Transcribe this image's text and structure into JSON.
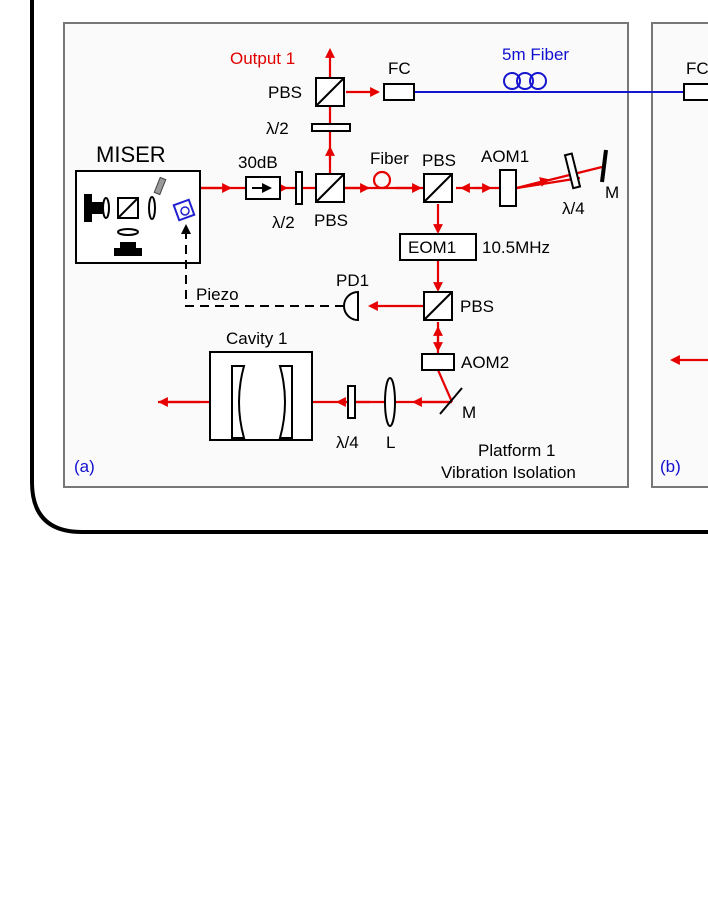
{
  "panel_a": {
    "tag": "(a)",
    "platform_line1": "Platform 1",
    "platform_line2": "Vibration Isolation"
  },
  "panel_b": {
    "tag": "(b)",
    "fc_partial": "FC"
  },
  "labels": {
    "output1": "Output 1",
    "fiber_5m": "5m Fiber",
    "pbs": "PBS",
    "fc": "FC",
    "half_wave": "λ/2",
    "quarter_wave": "λ/4",
    "miser": "MISER",
    "isolator": "30dB",
    "fiber": "Fiber",
    "aom1": "AOM1",
    "aom2": "AOM2",
    "mirror": "M",
    "eom1": "EOM1",
    "eom_freq": "10.5MHz",
    "pd1": "PD1",
    "piezo": "Piezo",
    "cavity1": "Cavity 1",
    "lens": "L"
  },
  "colors": {
    "beam": "#e60000",
    "fiber": "#1515d0",
    "panel_bg": "#fafafa",
    "panel_border": "#777777",
    "label_red": "#e00000",
    "label_blue": "#1010d0"
  }
}
